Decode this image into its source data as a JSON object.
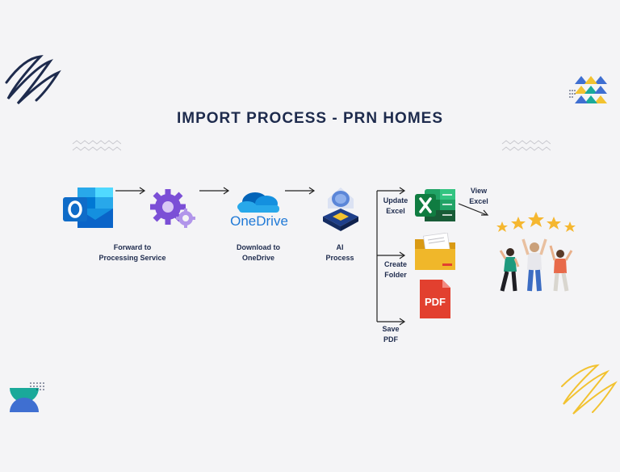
{
  "title": "IMPORT PROCESS - PRN HOMES",
  "steps": [
    {
      "label_line1": "Forward to",
      "label_line2": "Processing Service",
      "icon": "outlook-icon"
    },
    {
      "label_line1": "Download to",
      "label_line2": "OneDrive",
      "icon": "onedrive-icon",
      "logo_text": "OneDrive"
    },
    {
      "label_line1": "AI",
      "label_line2": "Process",
      "icon": "ai-chip-icon"
    }
  ],
  "branches": [
    {
      "label_line1": "Update",
      "label_line2": "Excel",
      "icon": "excel-icon"
    },
    {
      "label_line1": "Create",
      "label_line2": "Folder",
      "icon": "folder-icon"
    },
    {
      "label_line1": "Save",
      "label_line2": "PDF",
      "icon": "pdf-icon",
      "icon_text": "PDF"
    }
  ],
  "final": {
    "label_line1": "View",
    "label_line2": "Excel",
    "icon": "happy-people-icon"
  },
  "colors": {
    "title": "#1e2b4d",
    "outlook": "#0a64c8",
    "onedrive": "#1f79d6",
    "excel": "#1d7a44",
    "folder": "#f0b72a",
    "pdf": "#e2402f",
    "star": "#f5b730",
    "accent_yellow": "#f2c230",
    "accent_teal": "#1aa99a",
    "accent_blue": "#3f6fd1"
  }
}
